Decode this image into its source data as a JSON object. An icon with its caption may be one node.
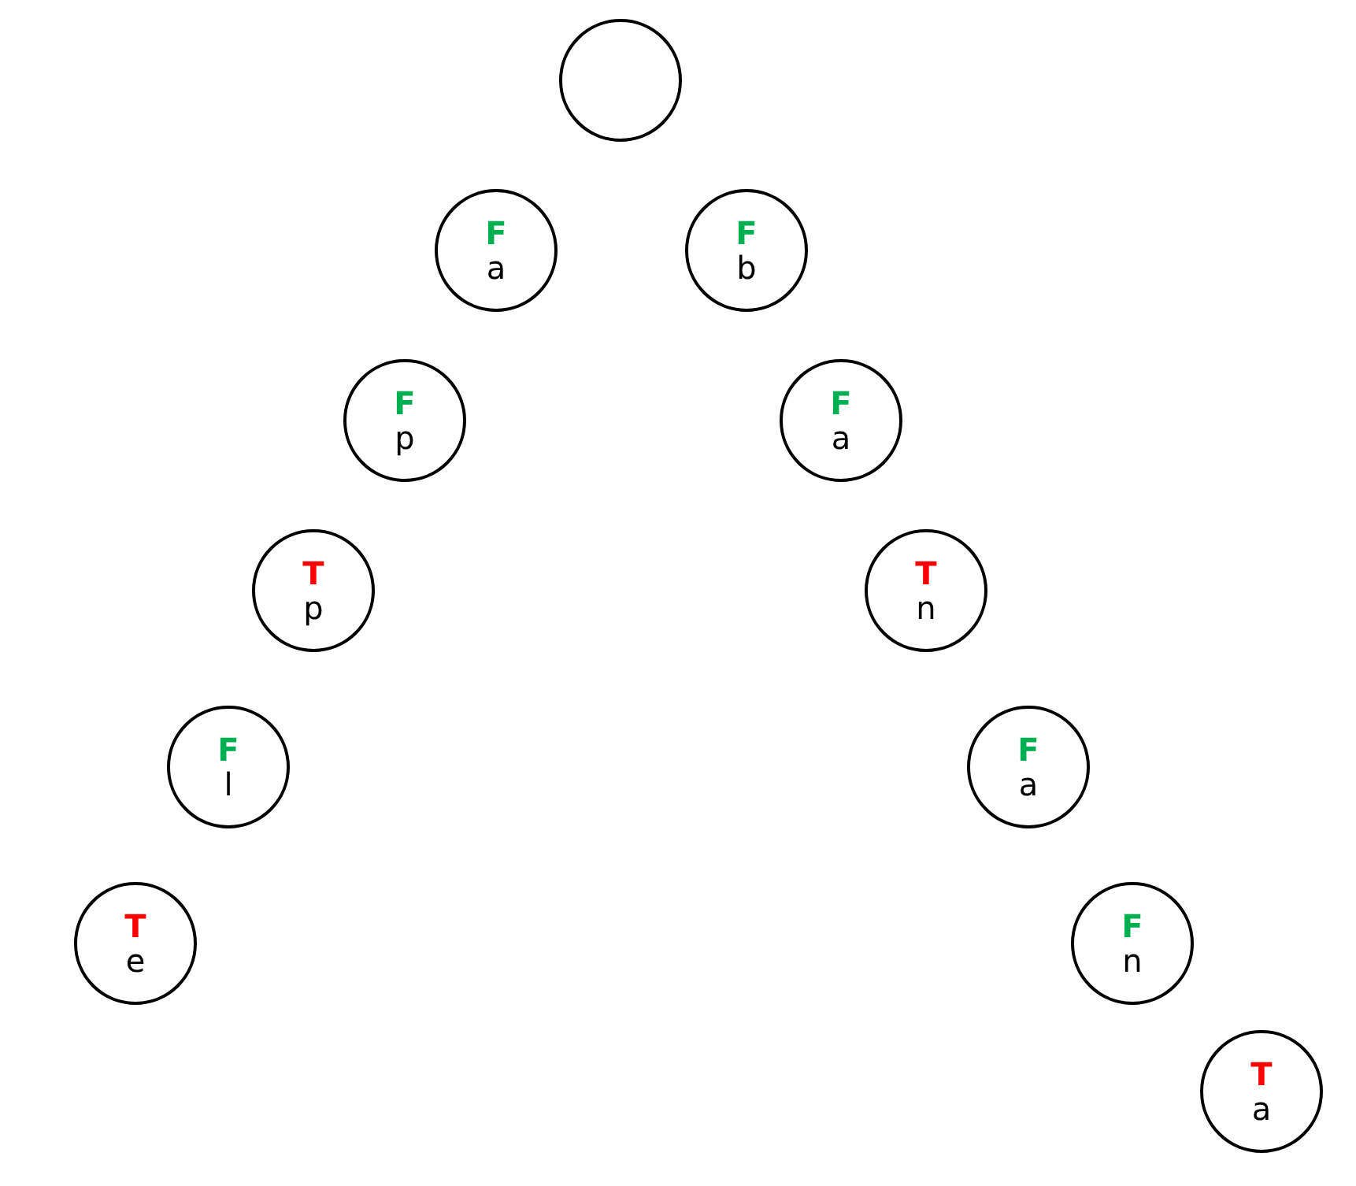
{
  "diagram": {
    "nodes": [
      {
        "text": [],
        "shape": "circle"
      },
      {
        "text": [
          "F",
          "a"
        ]
      },
      {
        "text": [
          "F",
          "b"
        ]
      },
      {
        "text": [
          "F",
          "p"
        ]
      },
      {
        "text": [
          "F",
          "a"
        ]
      },
      {
        "text": [
          "T",
          "p"
        ]
      },
      {
        "text": [
          "T",
          "n"
        ]
      },
      {
        "text": [
          "F",
          "l"
        ]
      },
      {
        "text": [
          "F",
          "a"
        ]
      },
      {
        "text": [
          "T",
          "e"
        ]
      },
      {
        "text": [
          "F",
          "n"
        ]
      },
      {
        "text": [
          "T",
          "a"
        ]
      }
    ]
  }
}
